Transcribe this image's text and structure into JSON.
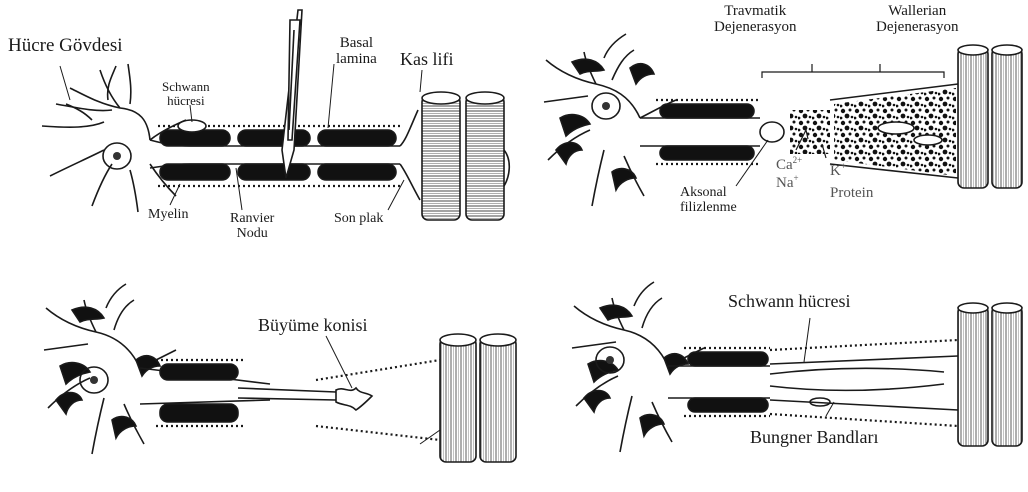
{
  "panel1": {
    "cell_body": "Hücre Gövdesi",
    "schwann_line1": "Schwann",
    "schwann_line2": "hücresi",
    "basal_line1": "Basal",
    "basal_line2": "lamina",
    "muscle_fiber": "Kas lifi",
    "myelin": "Myelin",
    "ranvier_line1": "Ranvier",
    "ranvier_line2": "Nodu",
    "end_plate": "Son plak"
  },
  "panel2": {
    "traumatic_line1": "Travmatik",
    "traumatic_line2": "Dejenerasyon",
    "wallerian_line1": "Wallerian",
    "wallerian_line2": "Dejenerasyon",
    "axonal_line1": "Aksonal",
    "axonal_line2": "filizlenme",
    "ca_symbol": "Ca",
    "ca_charge": "2+",
    "na_symbol": "Na",
    "na_charge": "+",
    "k_symbol": "K",
    "k_charge": "+",
    "protein": "Protein"
  },
  "panel3": {
    "growth_cone": "Büyüme konisi"
  },
  "panel4": {
    "schwann_cell": "Schwann hücresi",
    "bungner_bands": "Bungner Bandları"
  },
  "colors": {
    "ink": "#1a1a1a",
    "background": "#ffffff",
    "myelin_fill": "#111111"
  }
}
